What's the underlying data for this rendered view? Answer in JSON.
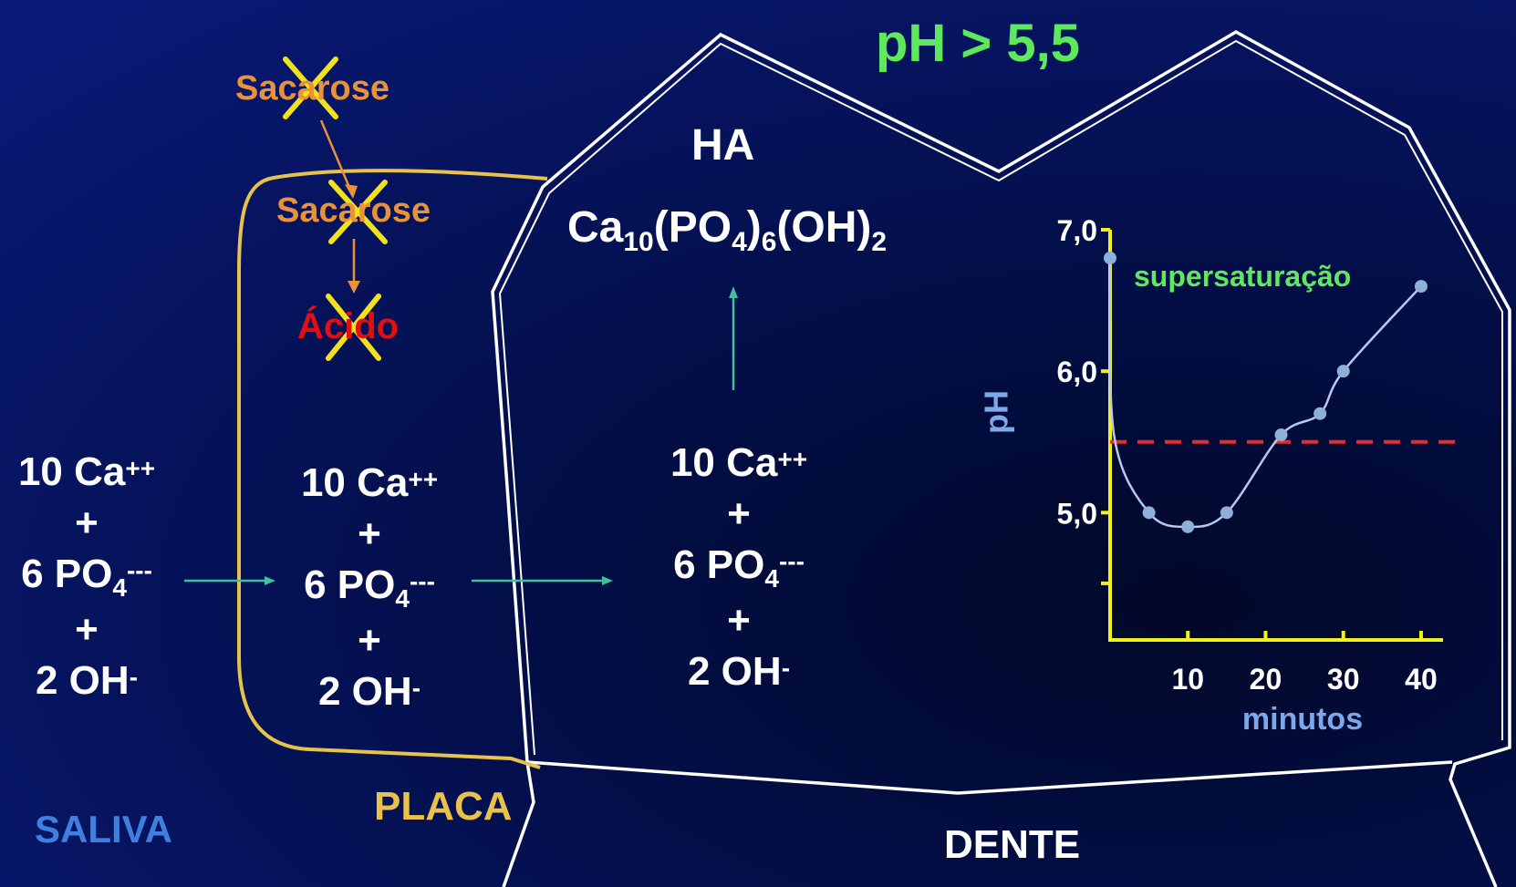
{
  "title": "pH > 5,5",
  "labels": {
    "saliva": "SALIVA",
    "placa": "PLACA",
    "dente": "DENTE",
    "ha": "HA",
    "formula": {
      "ca": "Ca",
      "n10": "10",
      "po": "(PO",
      "n4": "4",
      "close": ")",
      "n6": "6",
      "oh": "(OH)",
      "n2": "2"
    }
  },
  "metabolism": {
    "sacarose_outside": "Sacarose",
    "sacarose_plaque": "Sacarose",
    "acido": "Ácido"
  },
  "ion_columns": [
    {
      "ca": "10 Ca",
      "ca_charge": "++",
      "plus1": "+",
      "po": "6 PO",
      "po_sub": "4",
      "po_charge": "---",
      "plus2": "+",
      "oh": "2 OH",
      "oh_charge": "-"
    },
    {
      "ca": "10 Ca",
      "ca_charge": "++",
      "plus1": "+",
      "po": "6 PO",
      "po_sub": "4",
      "po_charge": "---",
      "plus2": "+",
      "oh": "2 OH",
      "oh_charge": "-"
    },
    {
      "ca": "10 Ca",
      "ca_charge": "++",
      "plus1": "+",
      "po": "6 PO",
      "po_sub": "4",
      "po_charge": "---",
      "plus2": "+",
      "oh": "2 OH",
      "oh_charge": "-"
    }
  ],
  "colors": {
    "title": "#5ee85e",
    "saliva": "#3f7fe0",
    "placa": "#e8c24a",
    "sacarose": "#e8923a",
    "acido": "#e01010",
    "cross": "#f2e21e",
    "arrow": "#3fc0a0",
    "axis": "#f2f21a",
    "curve": "#b8c8f0",
    "point": "#8fb0d8",
    "threshold": "#e03030",
    "supersat": "#5ee85e",
    "axis_text": "#ffffff",
    "xlabel": "#7fa8e8"
  },
  "chart_data": {
    "type": "line",
    "annotation": "supersaturação",
    "ylabel": "pH",
    "xlabel": "minutos",
    "x_ticks": [
      "10",
      "20",
      "30",
      "40"
    ],
    "y_ticks": [
      "5,0",
      "6,0",
      "7,0"
    ],
    "ylim": [
      4.1,
      7.0
    ],
    "xlim": [
      0,
      42
    ],
    "threshold": 5.5,
    "series": [
      {
        "x": [
          0,
          0.5,
          5,
          10,
          15,
          22,
          27,
          30,
          40
        ],
        "y": [
          6.8,
          5.55,
          5.0,
          4.9,
          5.0,
          5.55,
          5.7,
          6.0,
          6.6
        ]
      }
    ]
  }
}
